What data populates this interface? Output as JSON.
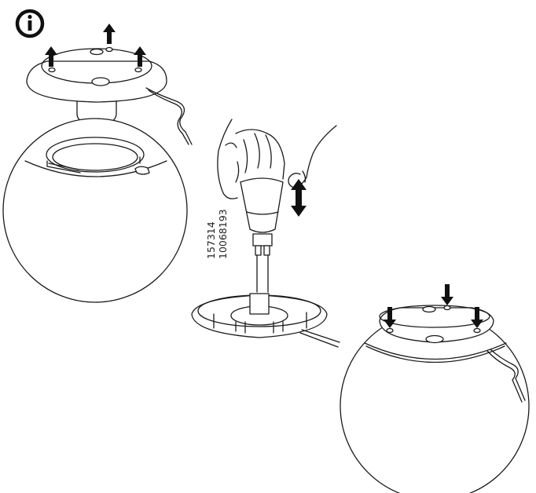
{
  "diagram": {
    "info_icon": "info-icon",
    "part_codes": [
      "157314",
      "10068193"
    ],
    "steps": [
      {
        "name": "remove-top-cap",
        "action": "lift cap off globe",
        "arrow_direction": "up",
        "arrow_count": 3
      },
      {
        "name": "replace-bulb",
        "action": "pull / push bulb",
        "arrow_direction": "up-down",
        "arrow_count": 1
      },
      {
        "name": "reattach-top-cap",
        "action": "press cap onto globe",
        "arrow_direction": "down",
        "arrow_count": 3
      }
    ],
    "colors": {
      "line": "#1a1a1a",
      "background": "#ffffff"
    }
  }
}
